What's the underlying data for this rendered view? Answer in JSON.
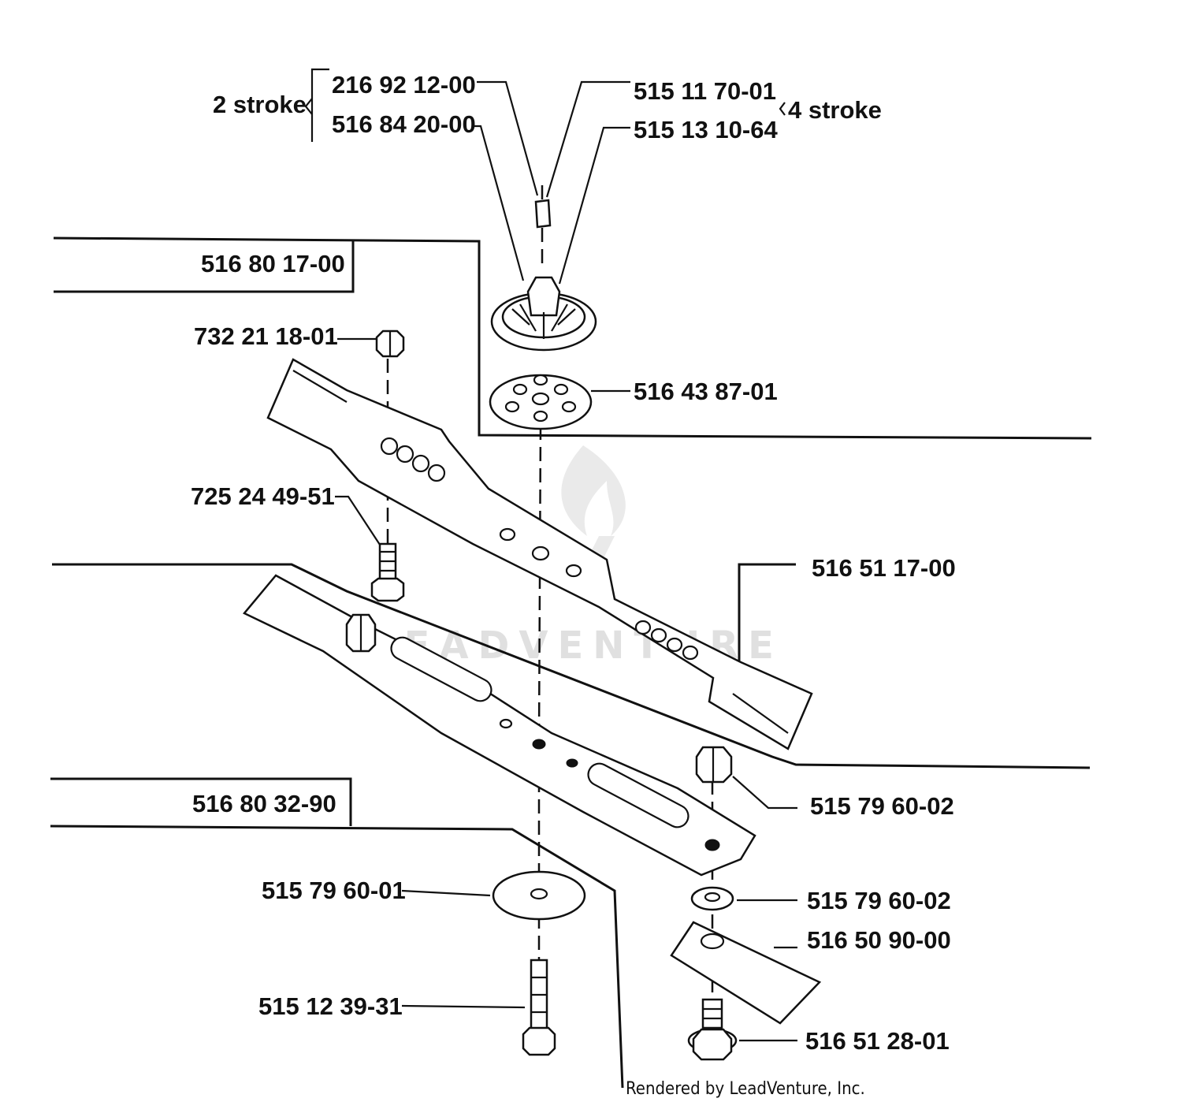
{
  "groups": {
    "two_stroke": "2 stroke",
    "four_stroke": "4 stroke"
  },
  "parts": [
    {
      "id": "p1",
      "number": "216 92 12-00"
    },
    {
      "id": "p2",
      "number": "516 84 20-00"
    },
    {
      "id": "p3",
      "number": "515 11 70-01"
    },
    {
      "id": "p4",
      "number": "515 13 10-64"
    },
    {
      "id": "p5",
      "number": "516 80 17-00"
    },
    {
      "id": "p6",
      "number": "732 21 18-01"
    },
    {
      "id": "p7",
      "number": "516 43 87-01"
    },
    {
      "id": "p8",
      "number": "725 24 49-51"
    },
    {
      "id": "p9",
      "number": "516 51 17-00"
    },
    {
      "id": "p10",
      "number": "516 80 32-90"
    },
    {
      "id": "p11",
      "number": "515 79 60-02"
    },
    {
      "id": "p12",
      "number": "515 79 60-01"
    },
    {
      "id": "p13",
      "number": "515 79 60-02"
    },
    {
      "id": "p14",
      "number": "516 50 90-00"
    },
    {
      "id": "p15",
      "number": "515 12 39-31"
    },
    {
      "id": "p16",
      "number": "516 51 28-01"
    }
  ],
  "credit": "Rendered by LeadVenture, Inc.",
  "watermark": "LEADVENTURE"
}
